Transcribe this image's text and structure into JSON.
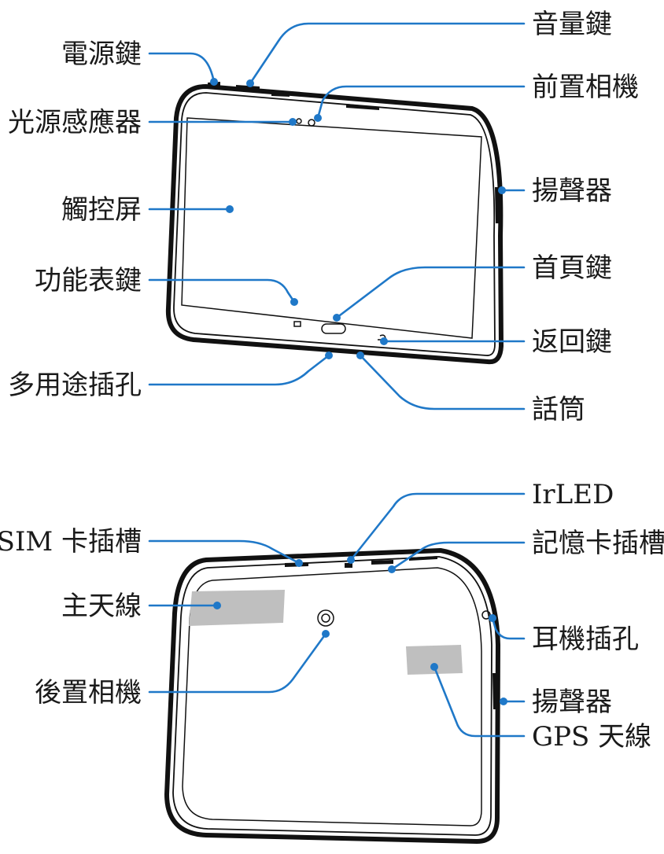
{
  "front_labels": {
    "power_key": "電源鍵",
    "light_sensor": "光源感應器",
    "touch_screen": "觸控屏",
    "menu_key": "功能表鍵",
    "multipurpose_jack": "多用途插孔",
    "volume_key": "音量鍵",
    "front_camera": "前置相機",
    "speaker": "揚聲器",
    "home_key": "首頁鍵",
    "back_key": "返回鍵",
    "microphone": "話筒"
  },
  "back_labels": {
    "sim_card_slot": "SIM 卡插槽",
    "main_antenna": "主天線",
    "rear_camera": "後置相機",
    "irled": "IrLED",
    "memory_card_slot": "記憶卡插槽",
    "earphone_jack": "耳機插孔",
    "speaker": "揚聲器",
    "gps_antenna": "GPS 天線"
  },
  "colors": {
    "leader": "#1f78c8",
    "outline": "#111111",
    "antenna_area": "#bfbfbf"
  }
}
